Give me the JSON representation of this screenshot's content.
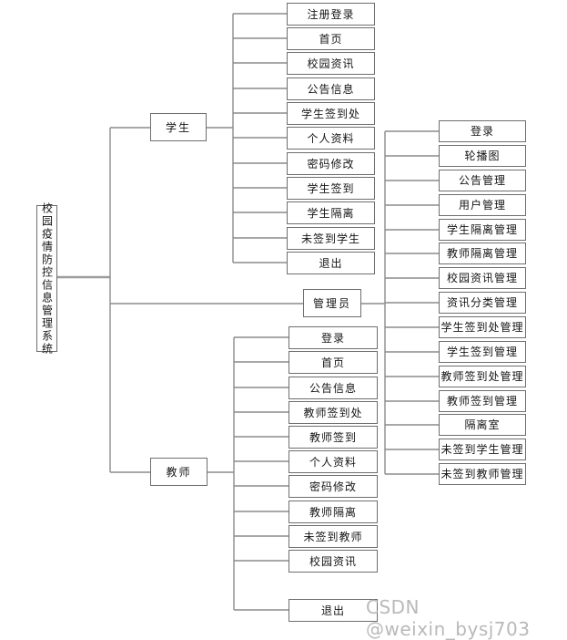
{
  "watermark": "CSDN @weixin_bysj703",
  "root": {
    "label": "校园疫情防控信息管理系统"
  },
  "branches": [
    {
      "label": "学生",
      "items": [
        "注册登录",
        "首页",
        "校园资讯",
        "公告信息",
        "学生签到处",
        "个人资料",
        "密码修改",
        "学生签到",
        "学生隔离",
        "未签到学生",
        "退出"
      ]
    },
    {
      "label": "管理员",
      "items": [
        "登录",
        "轮播图",
        "公告管理",
        "用户管理",
        "学生隔离管理",
        "教师隔离管理",
        "校园资讯管理",
        "资讯分类管理",
        "学生签到处管理",
        "学生签到管理",
        "教师签到处管理",
        "教师签到管理",
        "隔离室",
        "未签到学生管理",
        "未签到教师管理"
      ]
    },
    {
      "label": "教师",
      "items": [
        "登录",
        "首页",
        "公告信息",
        "教师签到处",
        "教师签到",
        "个人资料",
        "密码修改",
        "教师隔离",
        "未签到教师",
        "校园资讯",
        "退出"
      ]
    }
  ],
  "colors": {
    "box_border": "#6e6e6e",
    "line": "#8c8c8c",
    "root_line": "#9c9c9c",
    "text": "#151515",
    "watermark": "#b9b9b9",
    "background": "#ffffff"
  }
}
